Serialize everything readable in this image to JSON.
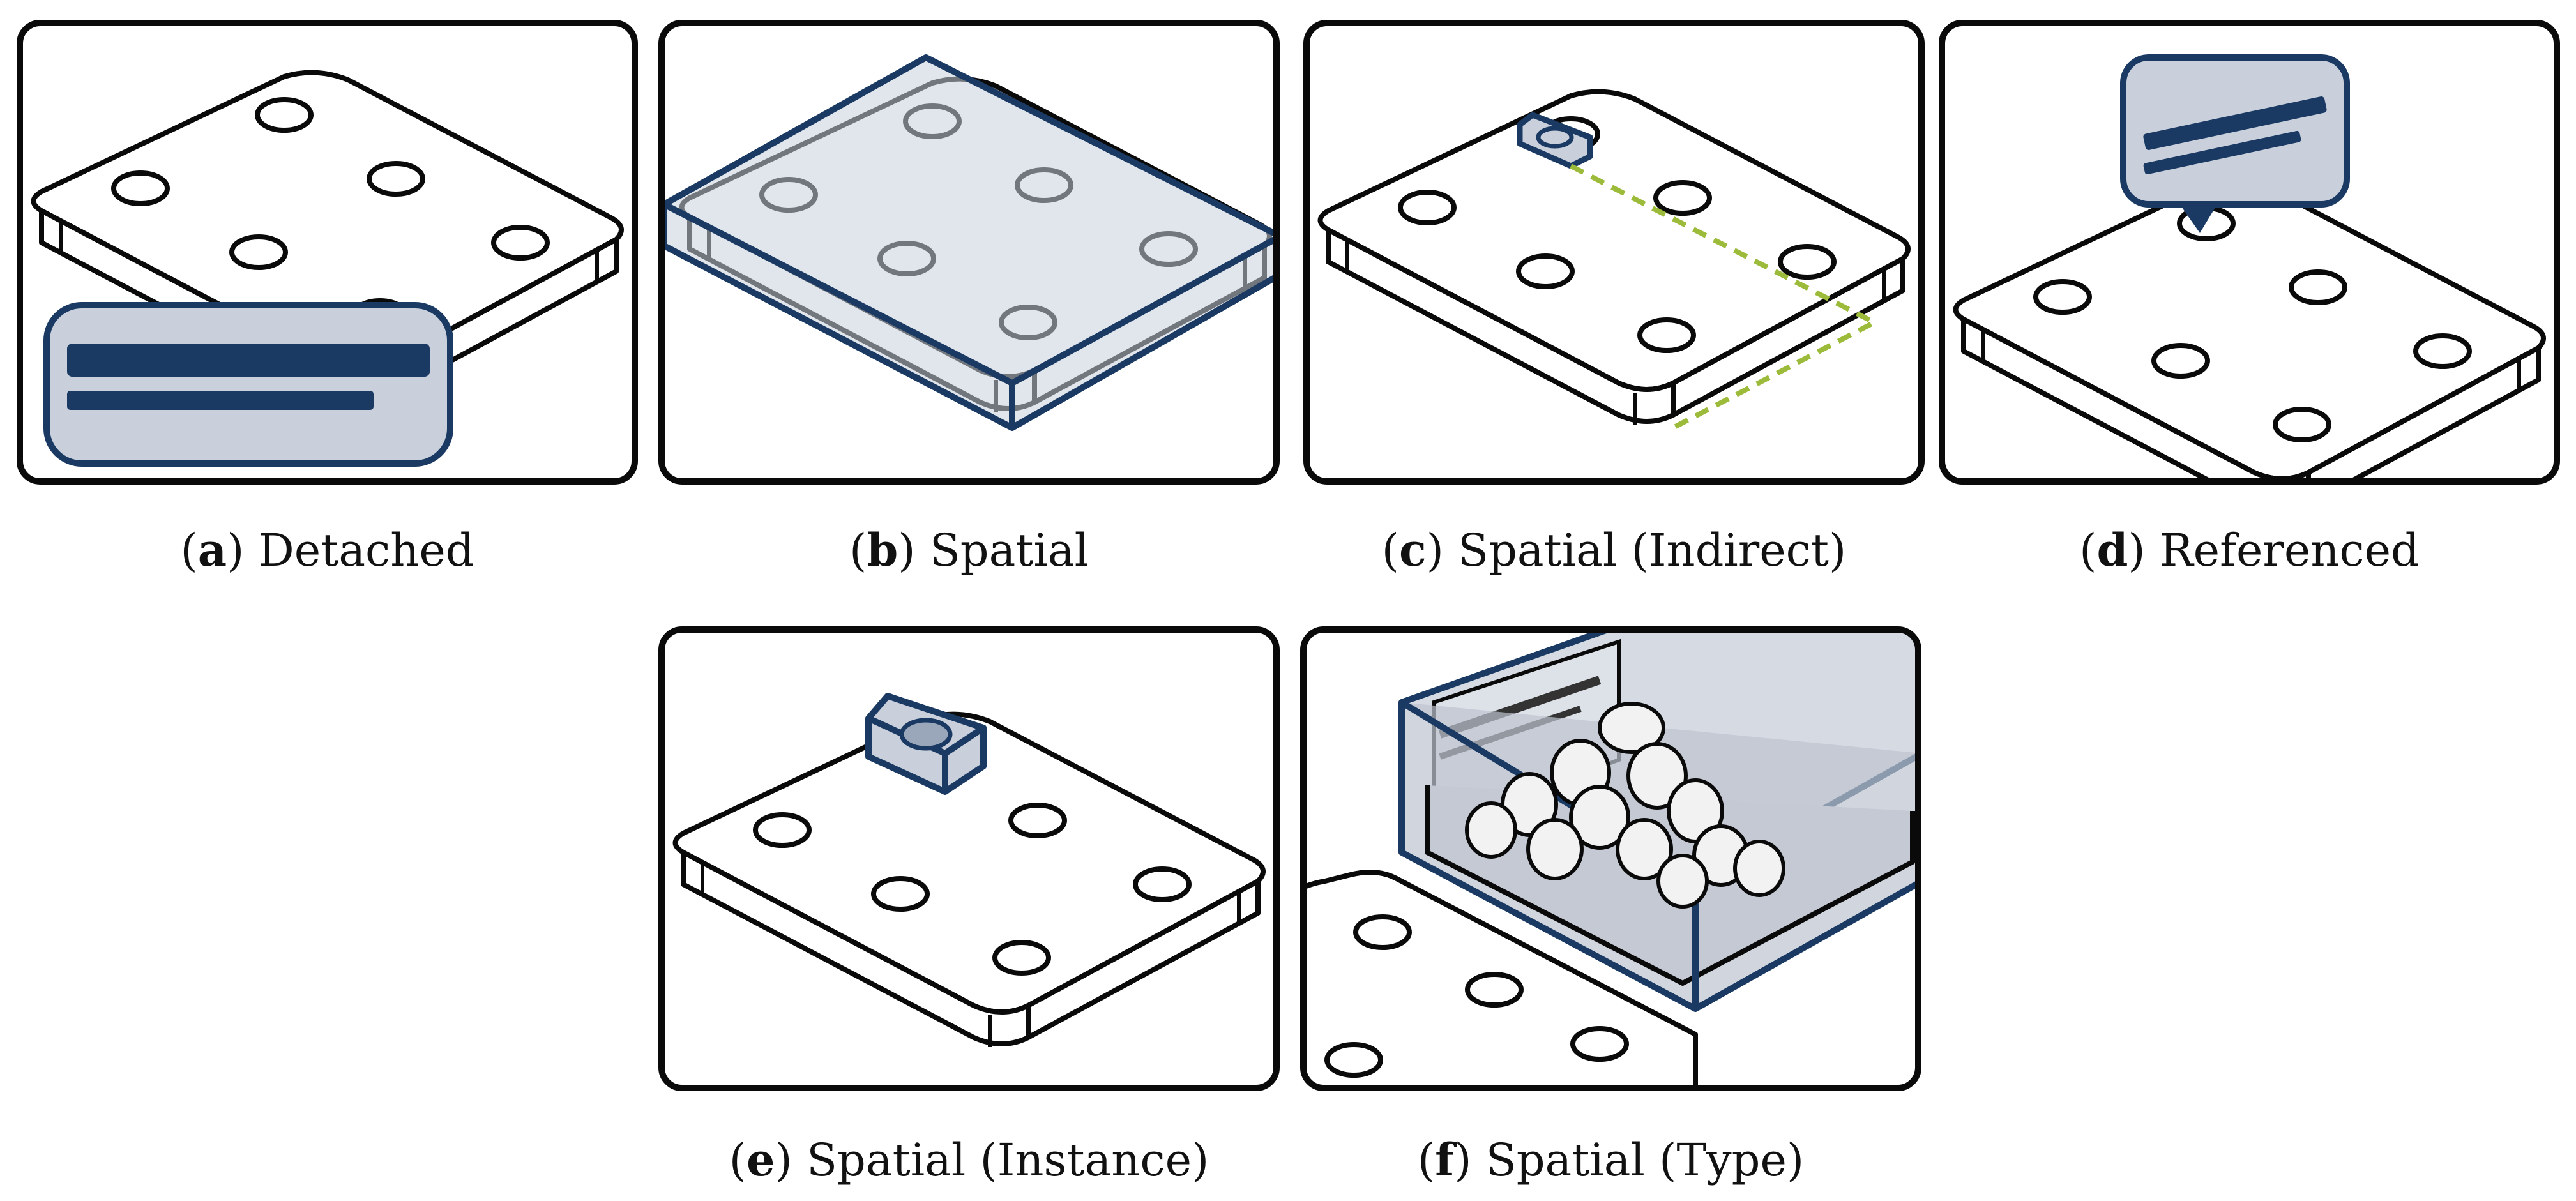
{
  "colors": {
    "outline": "#0a0a0a",
    "accent": "#1a3a63",
    "accent_fill": "#c9d0dc",
    "accent_fill_light": "#d5dae3",
    "indirect_line": "#9dbb3a"
  },
  "panels": [
    {
      "id": "a",
      "letter": "a",
      "label": "Detached"
    },
    {
      "id": "b",
      "letter": "b",
      "label": "Spatial"
    },
    {
      "id": "c",
      "letter": "c",
      "label": "Spatial (Indirect)"
    },
    {
      "id": "d",
      "letter": "d",
      "label": "Referenced"
    },
    {
      "id": "e",
      "letter": "e",
      "label": "Spatial (Instance)"
    },
    {
      "id": "f",
      "letter": "f",
      "label": "Spatial (Type)"
    }
  ]
}
